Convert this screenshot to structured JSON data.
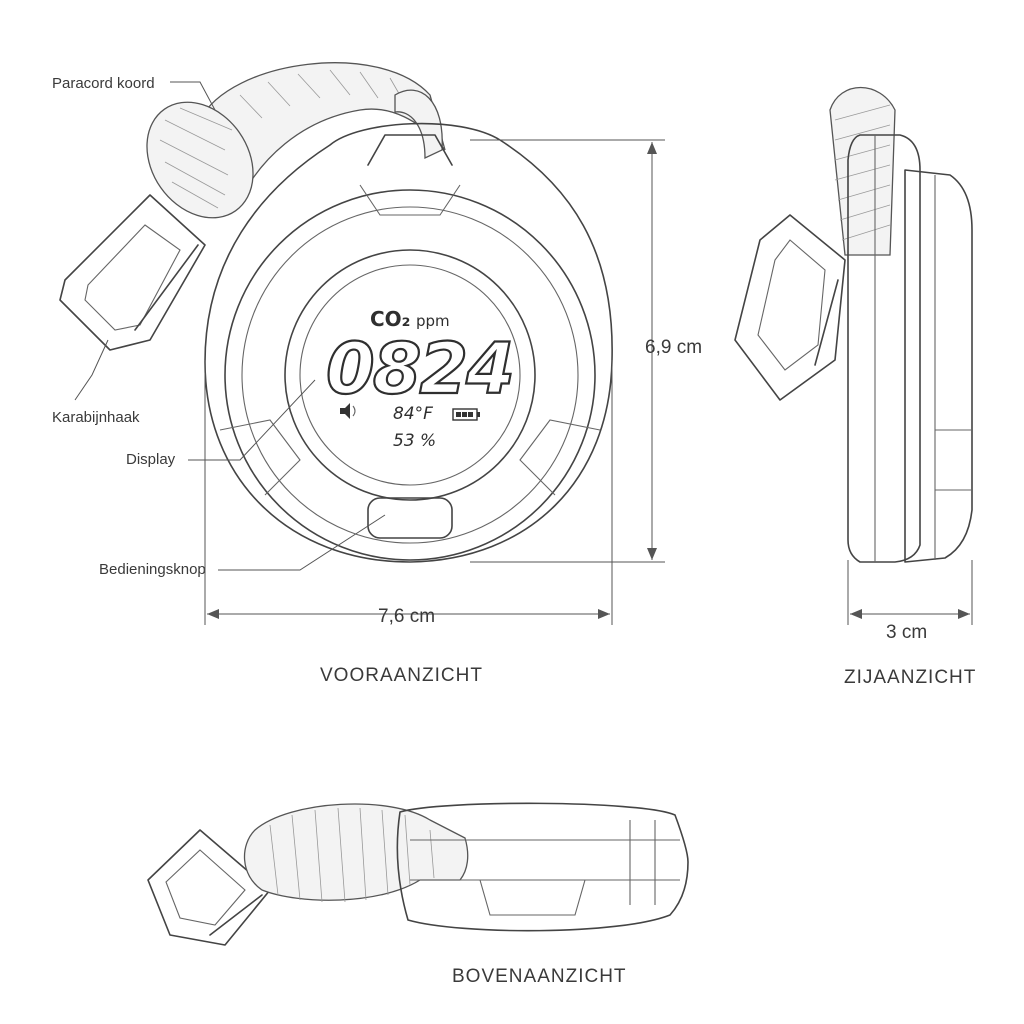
{
  "labels": {
    "paracord": "Paracord koord",
    "carabiner": "Karabijnhaak",
    "display": "Display",
    "button": "Bedieningsknop"
  },
  "dimensions": {
    "height": "6,9 cm",
    "width": "7,6 cm",
    "depth": "3 cm"
  },
  "views": {
    "front": "VOORAANZICHT",
    "side": "ZIJAANZICHT",
    "top": "BOVENAANZICHT"
  },
  "display": {
    "gas": "CO₂",
    "unit": "ppm",
    "reading": "0824",
    "temperature": "84°F",
    "humidity": "53 %"
  },
  "icons": {
    "speaker": "speaker-icon",
    "battery": "battery-icon"
  }
}
